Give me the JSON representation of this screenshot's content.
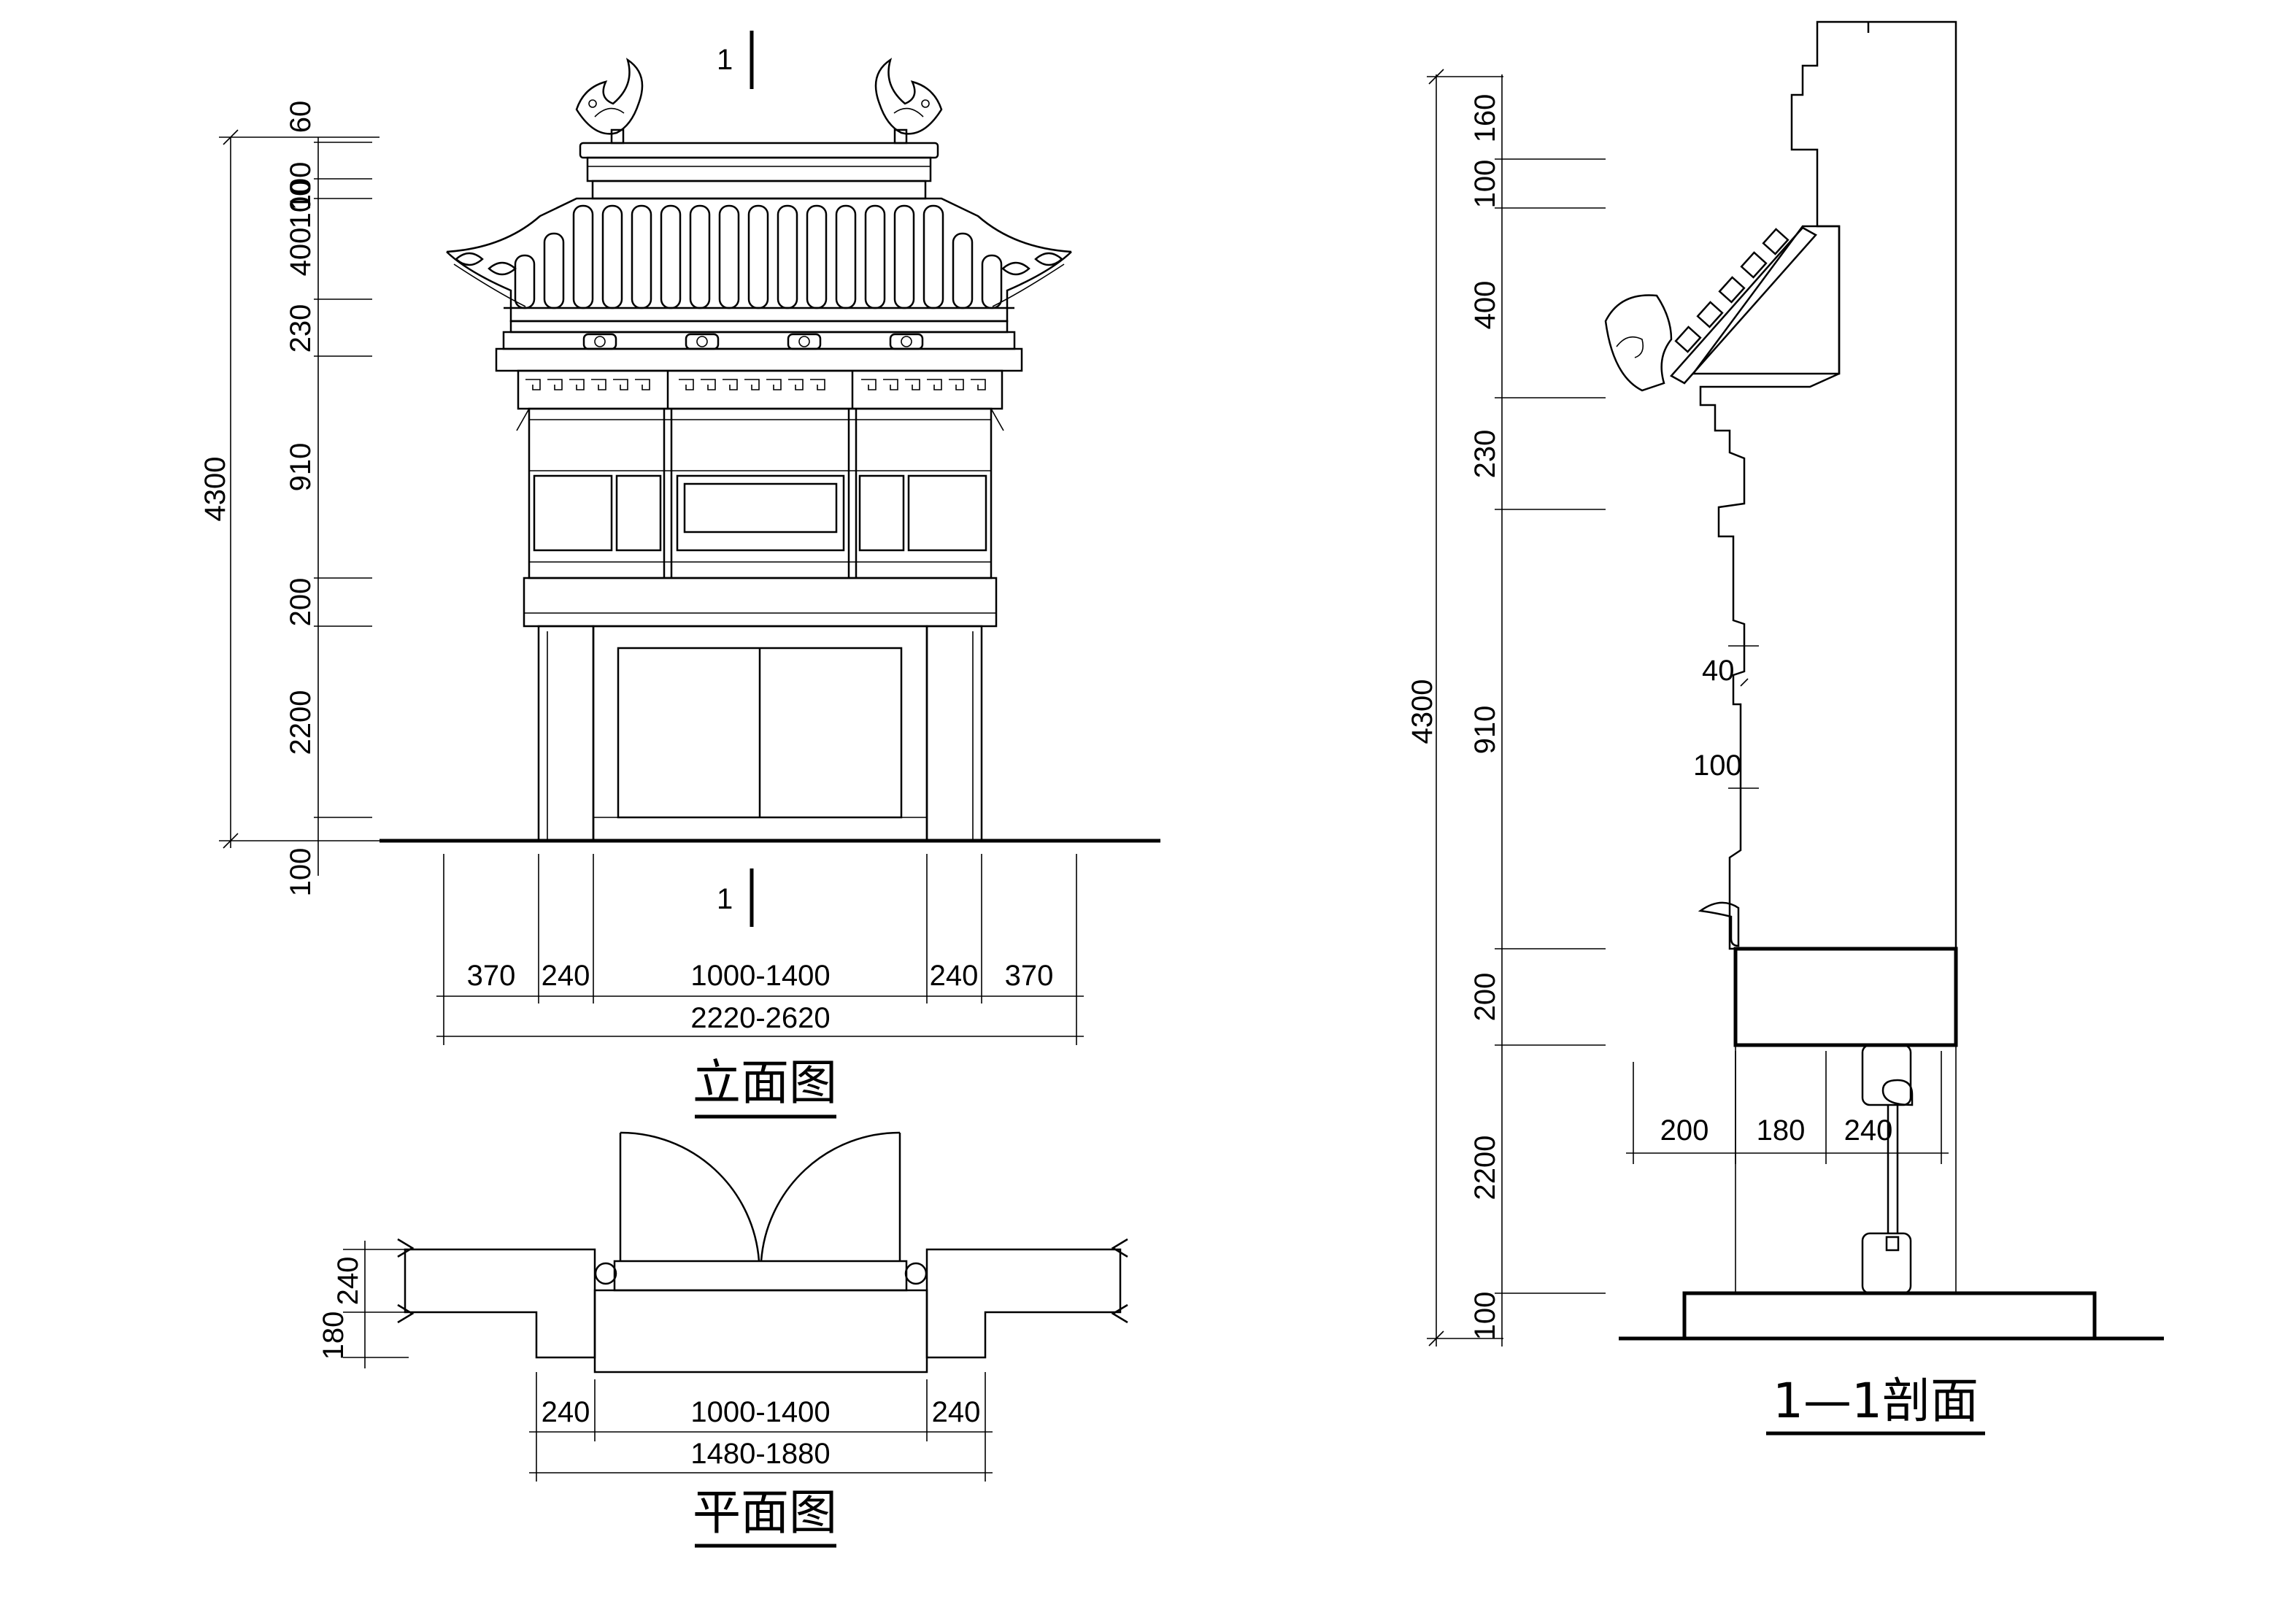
{
  "elevation": {
    "title": "立面图",
    "section_mark": "1",
    "vertical_total": "4300",
    "vertical_dims": [
      "60",
      "100",
      "100",
      "400",
      "230",
      "910",
      "200",
      "2200",
      "100"
    ],
    "horizontal_dims": [
      "370",
      "240",
      "1000-1400",
      "240",
      "370"
    ],
    "horizontal_total": "2220-2620"
  },
  "plan": {
    "title": "平面图",
    "vertical_dims": [
      "240",
      "180"
    ],
    "horizontal_dims": [
      "240",
      "1000-1400",
      "240"
    ],
    "horizontal_total": "1480-1880"
  },
  "section": {
    "title": "1—1剖面",
    "vertical_total": "4300",
    "vertical_dims": [
      "160",
      "100",
      "400",
      "230",
      "910",
      "200",
      "2200",
      "100"
    ],
    "inner_dims": [
      "40",
      "100"
    ],
    "horizontal_dims": [
      "200",
      "180",
      "240"
    ]
  }
}
